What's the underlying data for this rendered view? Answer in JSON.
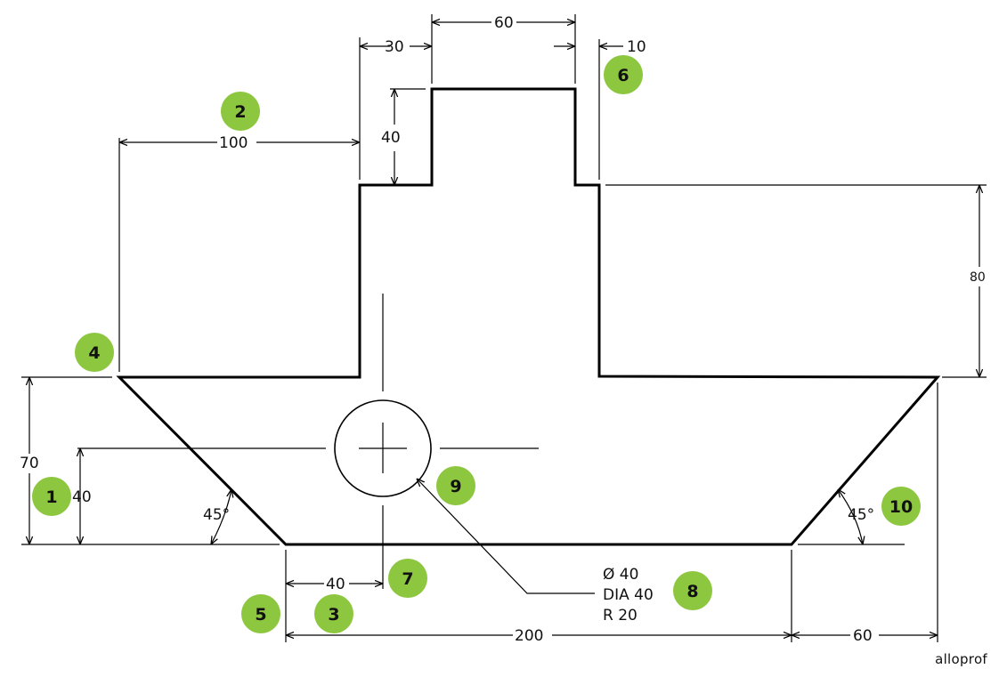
{
  "dimensions": {
    "d30": "30",
    "d60_top": "60",
    "d10": "10",
    "d100": "100",
    "d40_step": "40",
    "d80": "80",
    "d70": "70",
    "d40_center": "40",
    "angle_left": "45°",
    "angle_right": "45°",
    "d40_bottom": "40",
    "d200": "200",
    "d60_bottom": "60"
  },
  "callout": {
    "line1": "Ø 40",
    "line2": "DIA 40",
    "line3": "R 20"
  },
  "badges": {
    "b1": "1",
    "b2": "2",
    "b3": "3",
    "b4": "4",
    "b5": "5",
    "b6": "6",
    "b7": "7",
    "b8": "8",
    "b9": "9",
    "b10": "10"
  },
  "colors": {
    "badge": "#8dc63f",
    "stroke": "#000000"
  },
  "brand": "alloprof"
}
